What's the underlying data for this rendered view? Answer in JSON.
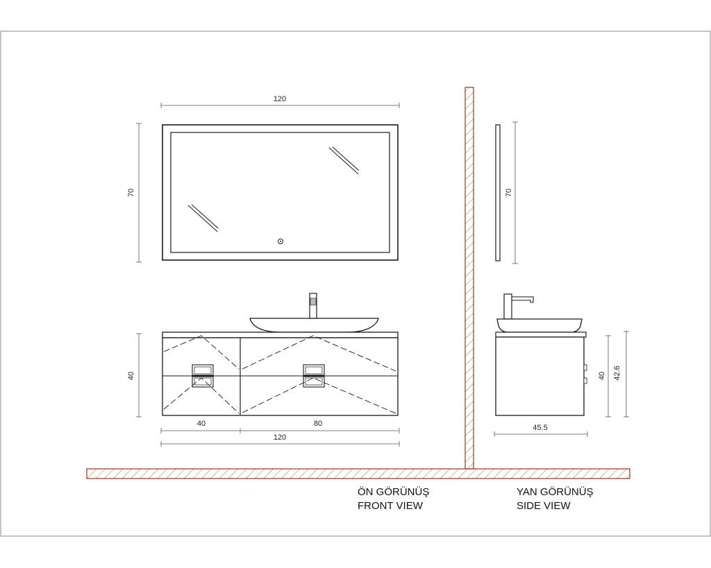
{
  "colors": {
    "line": "#1a1a1a",
    "dim_line": "#555555",
    "wall_stroke": "#8b3a1f",
    "hatch": "#b06a4a",
    "frame": "#888888"
  },
  "front": {
    "mirror": {
      "width_label": "120",
      "height_label": "70"
    },
    "cabinet": {
      "height_label": "40",
      "left_width_label": "40",
      "right_width_label": "80",
      "total_width_label": "120"
    },
    "caption_tr": "ÖN GÖRÜNÜŞ",
    "caption_en": "FRONT VIEW"
  },
  "side": {
    "mirror_height_label": "70",
    "cabinet_height_label": "40",
    "total_height_label": "42.6",
    "depth_label": "45.5",
    "caption_tr": "YAN GÖRÜNÜŞ",
    "caption_en": "SIDE VIEW"
  },
  "icons": {
    "touch_switch": "touch-switch-icon",
    "faucet": "faucet-icon",
    "handle": "drawer-handle-icon"
  }
}
